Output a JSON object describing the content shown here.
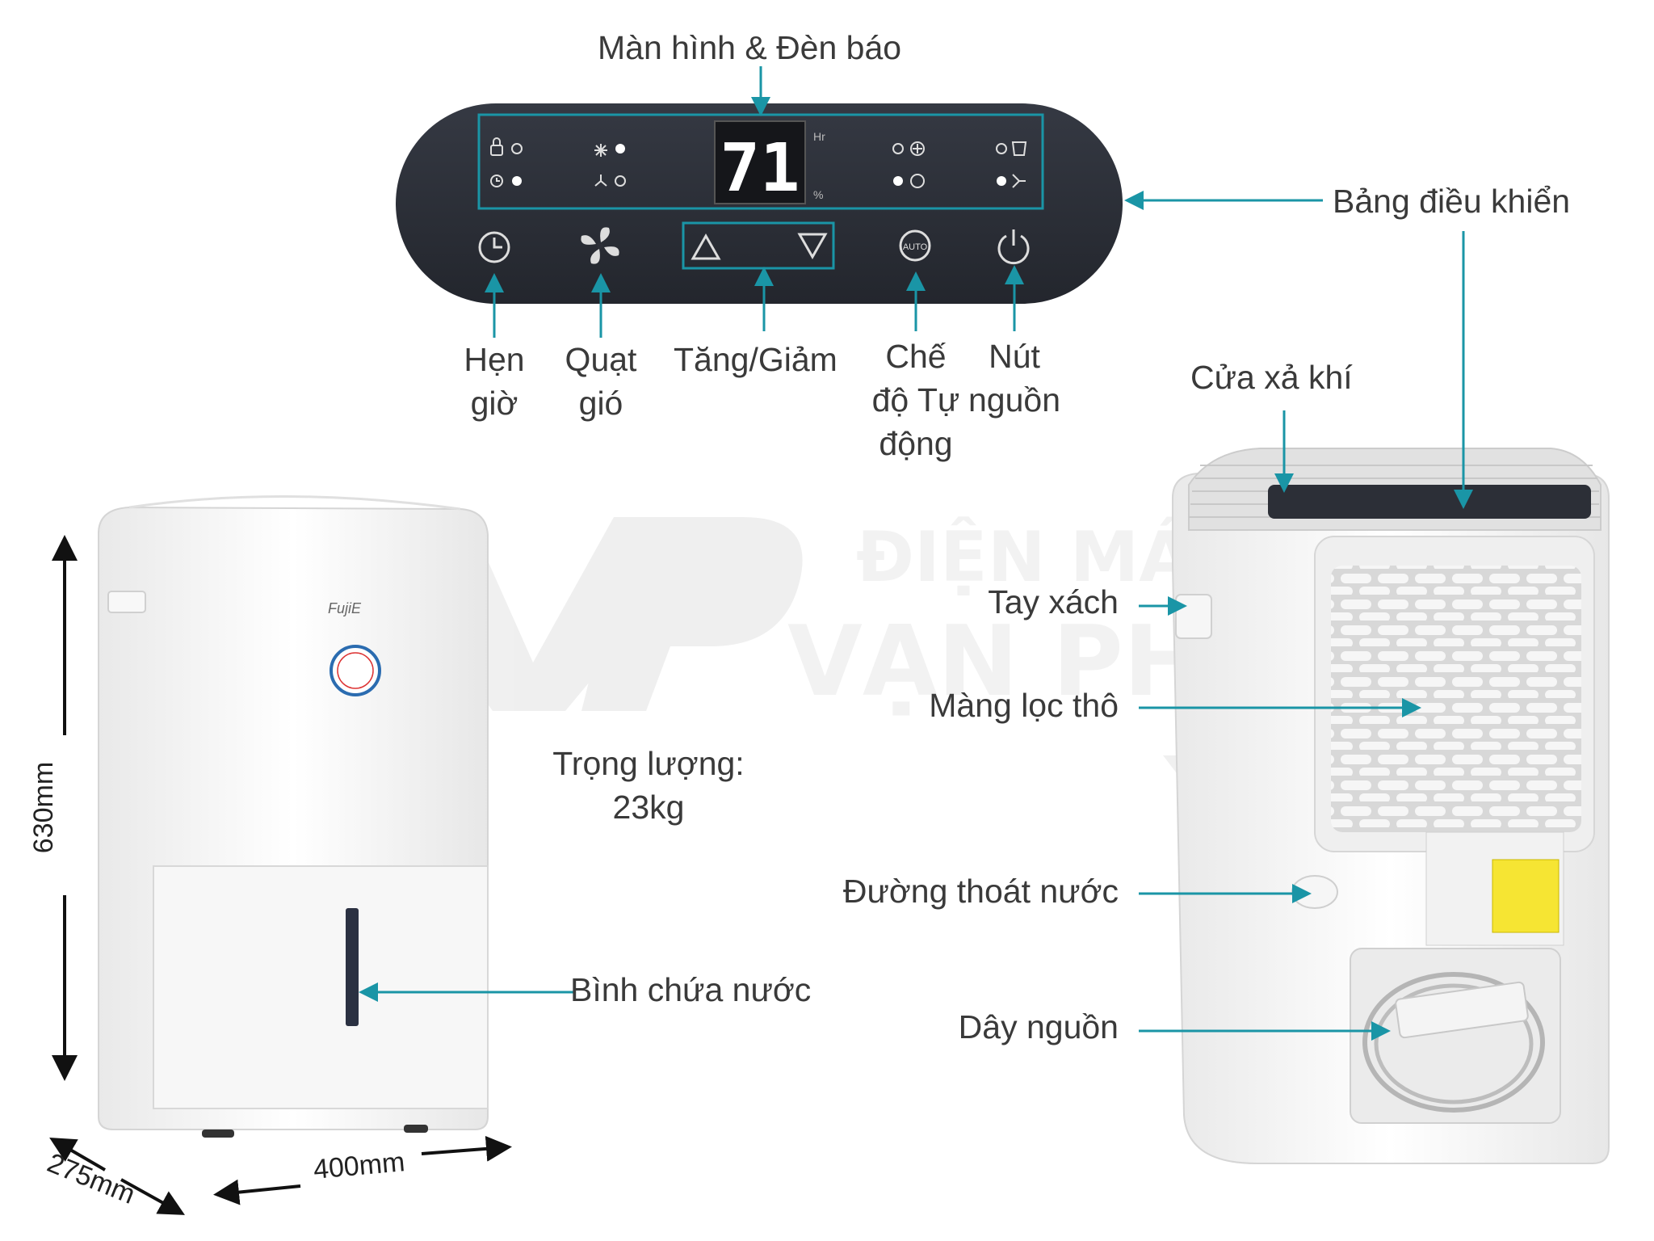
{
  "colors": {
    "callout": "#1a95a6",
    "panel": "#2c2f37",
    "device": "#f4f4f4",
    "text": "#3a3a3a"
  },
  "panel": {
    "display_digits": "71",
    "unit_hr": "Hr",
    "unit_pct": "%",
    "icons": [
      "lock-icon",
      "clock-icon",
      "fan-high-icon",
      "fan-low-icon",
      "defrost-icon",
      "auto-icon",
      "tank-full-icon",
      "continuous-drain-icon",
      "timer-button-icon",
      "fan-button-icon",
      "up-arrow-icon",
      "down-arrow-icon",
      "auto-button-icon",
      "power-button-icon"
    ]
  },
  "labels": {
    "display": "Màn hình & Đèn báo",
    "control_panel": "Bảng điều khiển",
    "timer": "Hẹn giờ",
    "fan": "Quạt gió",
    "up_down": "Tăng/Giảm",
    "auto_mode": "Chế độ Tự động",
    "power": "Nút nguồn",
    "air_outlet": "Cửa xả khí",
    "handle": "Tay xách",
    "filter": "Màng lọc thô",
    "drain": "Đường thoát nước",
    "power_cord": "Dây nguồn",
    "water_tank": "Bình chứa nước",
    "weight": "Trọng lượng: 23kg"
  },
  "dimensions": {
    "height": "630mm",
    "depth": "275mm",
    "width": "400mm"
  },
  "watermark": {
    "line1": "ĐIỆN MÁY",
    "line2": "VẠN PHÚC"
  }
}
